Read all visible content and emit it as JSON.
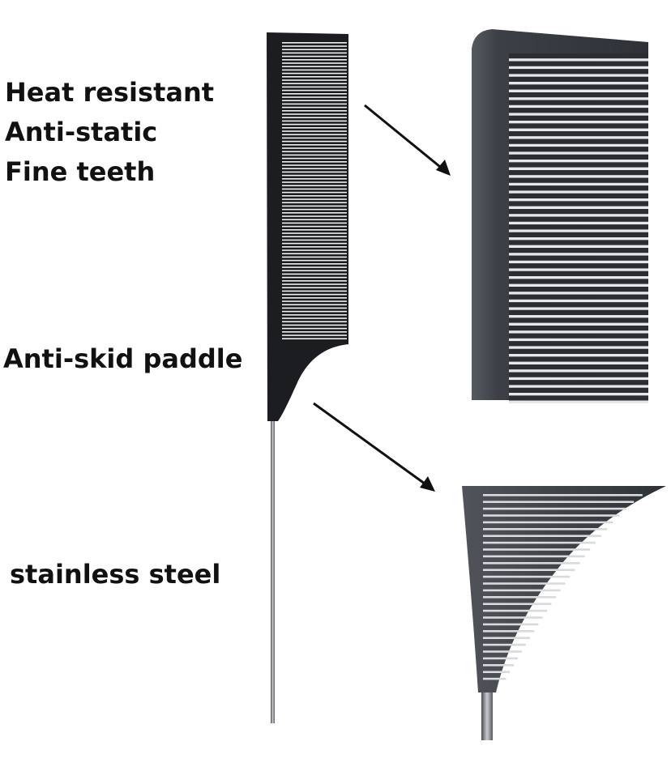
{
  "features": [
    "Heat resistant",
    "Anti-static",
    "Fine teeth"
  ],
  "paddle_label": "Anti-skid paddle",
  "steel_label": "stainless steel",
  "colors": {
    "comb": "#1b1d20",
    "comb_teeth_gap": "#f2f2f2",
    "zoom_body": "#3a3e44",
    "zoom_tooth": "#2a2d32",
    "steel": "#7a7d82",
    "arrow": "#111111",
    "text": "#111111"
  }
}
